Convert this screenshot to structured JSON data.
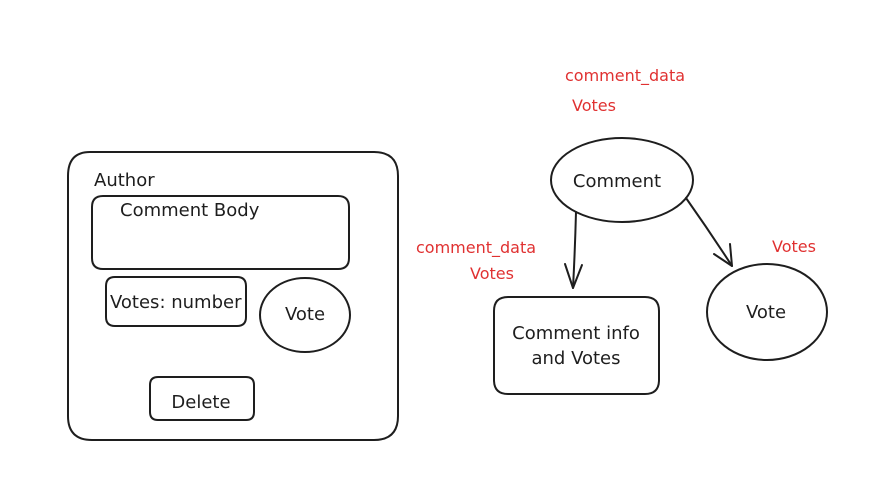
{
  "mockup": {
    "author": "Author",
    "comment_body": "Comment Body",
    "votes_field": "Votes: number",
    "vote_button": "Vote",
    "delete_button": "Delete"
  },
  "tree": {
    "root_label": "Comment",
    "root_props": [
      "comment_data",
      "Votes"
    ],
    "info_label": [
      "Comment info",
      "and Votes"
    ],
    "info_props": [
      "comment_data",
      "Votes"
    ],
    "vote_label": "Vote",
    "vote_props": "Votes"
  },
  "colors": {
    "stroke": "#1e1e1e",
    "annotation": "#e03131",
    "background": "#ffffff"
  }
}
